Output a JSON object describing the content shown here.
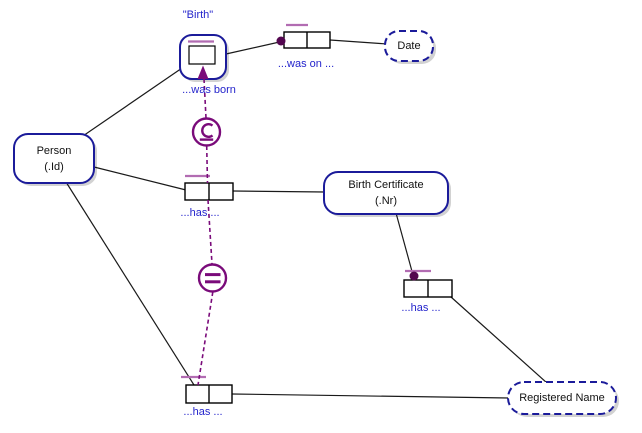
{
  "colors": {
    "entity_border": "#1b1b9a",
    "label_text": "#2424cc",
    "constraint_purple": "#7a0b7a",
    "uniqueness_bar": "#b26cb2",
    "mandatory_dot": "#53064f",
    "connector_line": "#1a1a1a",
    "shadow": "#d2d2d2"
  },
  "nodes": {
    "person": {
      "name": "Person",
      "ref_mode": "(.Id)"
    },
    "birth_objectified": {
      "label": "\"Birth\""
    },
    "date": {
      "name": "Date"
    },
    "birth_certificate": {
      "name": "Birth Certificate",
      "ref_mode": "(.Nr)"
    },
    "registered_name": {
      "name": "Registered Name"
    }
  },
  "fact_readings": {
    "person_was_born": "...was born",
    "birth_was_on_date": "...was on ...",
    "person_has_certificate": "...has ...",
    "certificate_has_name": "...has ...",
    "person_has_name": "...has ..."
  },
  "constraints": {
    "subset": {
      "icon": "subset-icon",
      "symbol": "⊆"
    },
    "equality": {
      "icon": "equality-icon",
      "symbol": "="
    }
  }
}
